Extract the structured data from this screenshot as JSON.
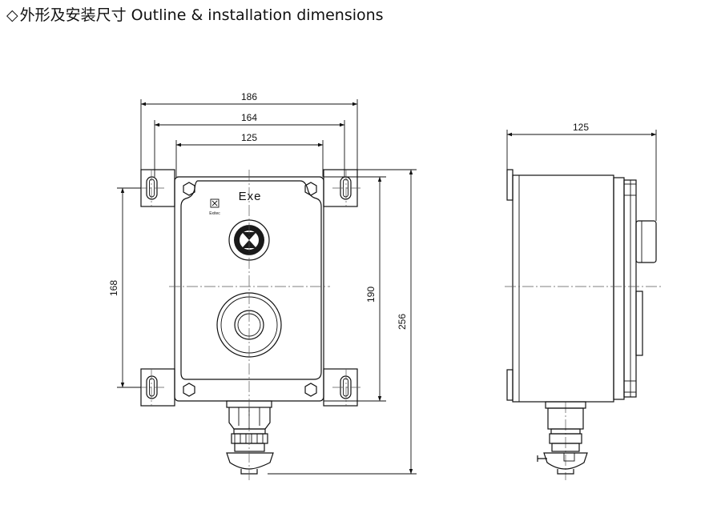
{
  "heading": {
    "diamond": "◇",
    "text": "外形及安装尺寸 Outline & installation dimensions"
  },
  "front_view": {
    "marking": "Exe",
    "logo_text": "Exitec",
    "dimensions": {
      "overall_width": "186",
      "mount_hole_spacing_outer": "164",
      "mount_hole_spacing_inner": "125",
      "vertical_hole_spacing": "168",
      "body_height": "190",
      "overall_height": "256"
    }
  },
  "side_view": {
    "dimensions": {
      "depth": "125"
    }
  },
  "icons": [
    "indicator-lamp-icon",
    "push-button-icon",
    "cable-gland-icon"
  ]
}
